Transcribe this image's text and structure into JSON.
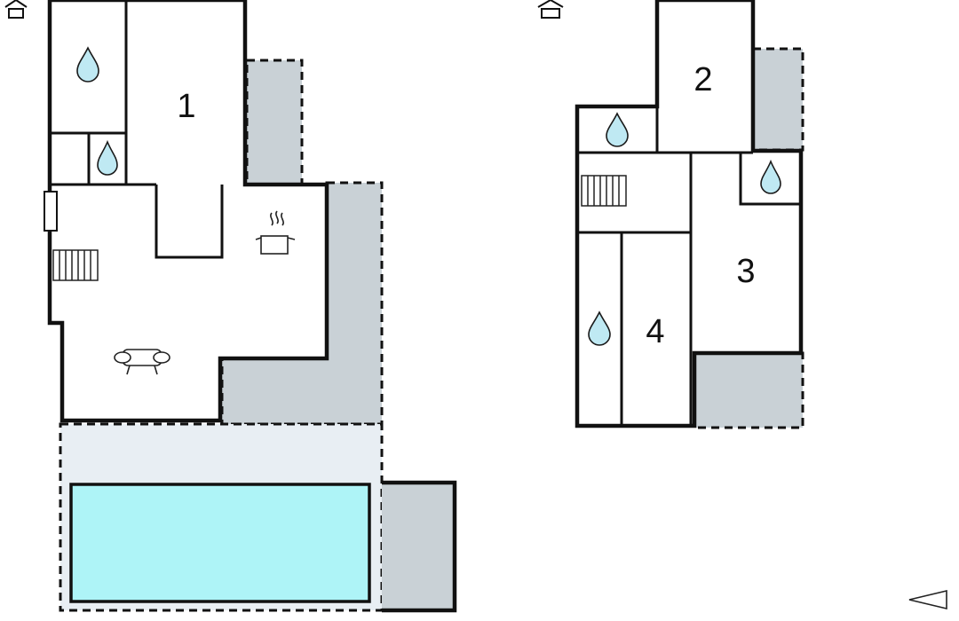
{
  "plan": {
    "room_labels": [
      "1",
      "2",
      "3",
      "4"
    ],
    "icons": {
      "entrance": "entrance-house-icon",
      "bathroom": "water-drop-icon",
      "kitchen": "cooking-pot-icon",
      "living": "sofa-icon",
      "stairs": "staircase-icon",
      "compass": "direction-arrow-icon"
    },
    "colors": {
      "wall": "#111111",
      "terrace": "#c9d1d6",
      "pool_deck": "#e8eef3",
      "pool_water": "#aef4f7",
      "water_drop": "#bfe9f3"
    }
  }
}
